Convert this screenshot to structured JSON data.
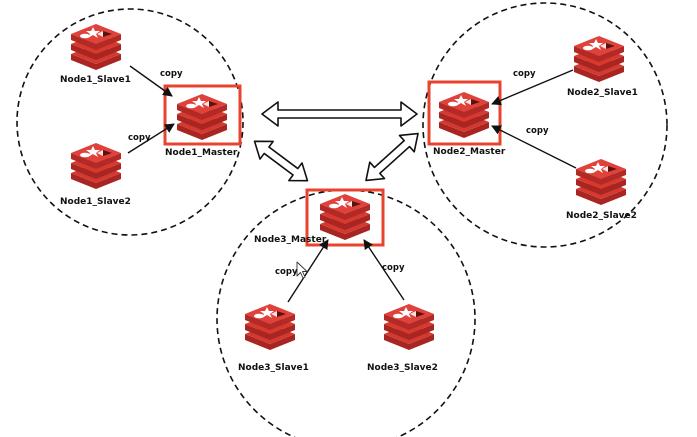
{
  "colors": {
    "redis_top": "#e0413a",
    "redis_mid": "#c9302a",
    "redis_dark": "#a82521",
    "highlight_box": "#e8432e",
    "line": "#111111"
  },
  "clusters": [
    {
      "id": "node1",
      "master": {
        "label": "Node1_Master",
        "icon": "redis-icon"
      },
      "slaves": [
        {
          "label": "Node1_Slave1",
          "icon": "redis-icon"
        },
        {
          "label": "Node1_Slave2",
          "icon": "redis-icon"
        }
      ],
      "edge_label": "copy"
    },
    {
      "id": "node2",
      "master": {
        "label": "Node2_Master",
        "icon": "redis-icon"
      },
      "slaves": [
        {
          "label": "Node2_Slave1",
          "icon": "redis-icon"
        },
        {
          "label": "Node2_Slave2",
          "icon": "redis-icon"
        }
      ],
      "edge_label": "copy"
    },
    {
      "id": "node3",
      "master": {
        "label": "Node3_Master",
        "icon": "redis-icon"
      },
      "slaves": [
        {
          "label": "Node3_Slave1",
          "icon": "redis-icon"
        },
        {
          "label": "Node3_Slave2",
          "icon": "redis-icon"
        }
      ],
      "edge_label": "copy"
    }
  ],
  "master_links": [
    {
      "from": "Node1_Master",
      "to": "Node2_Master",
      "style": "double-arrow"
    },
    {
      "from": "Node1_Master",
      "to": "Node3_Master",
      "style": "double-arrow"
    },
    {
      "from": "Node2_Master",
      "to": "Node3_Master",
      "style": "double-arrow"
    }
  ]
}
